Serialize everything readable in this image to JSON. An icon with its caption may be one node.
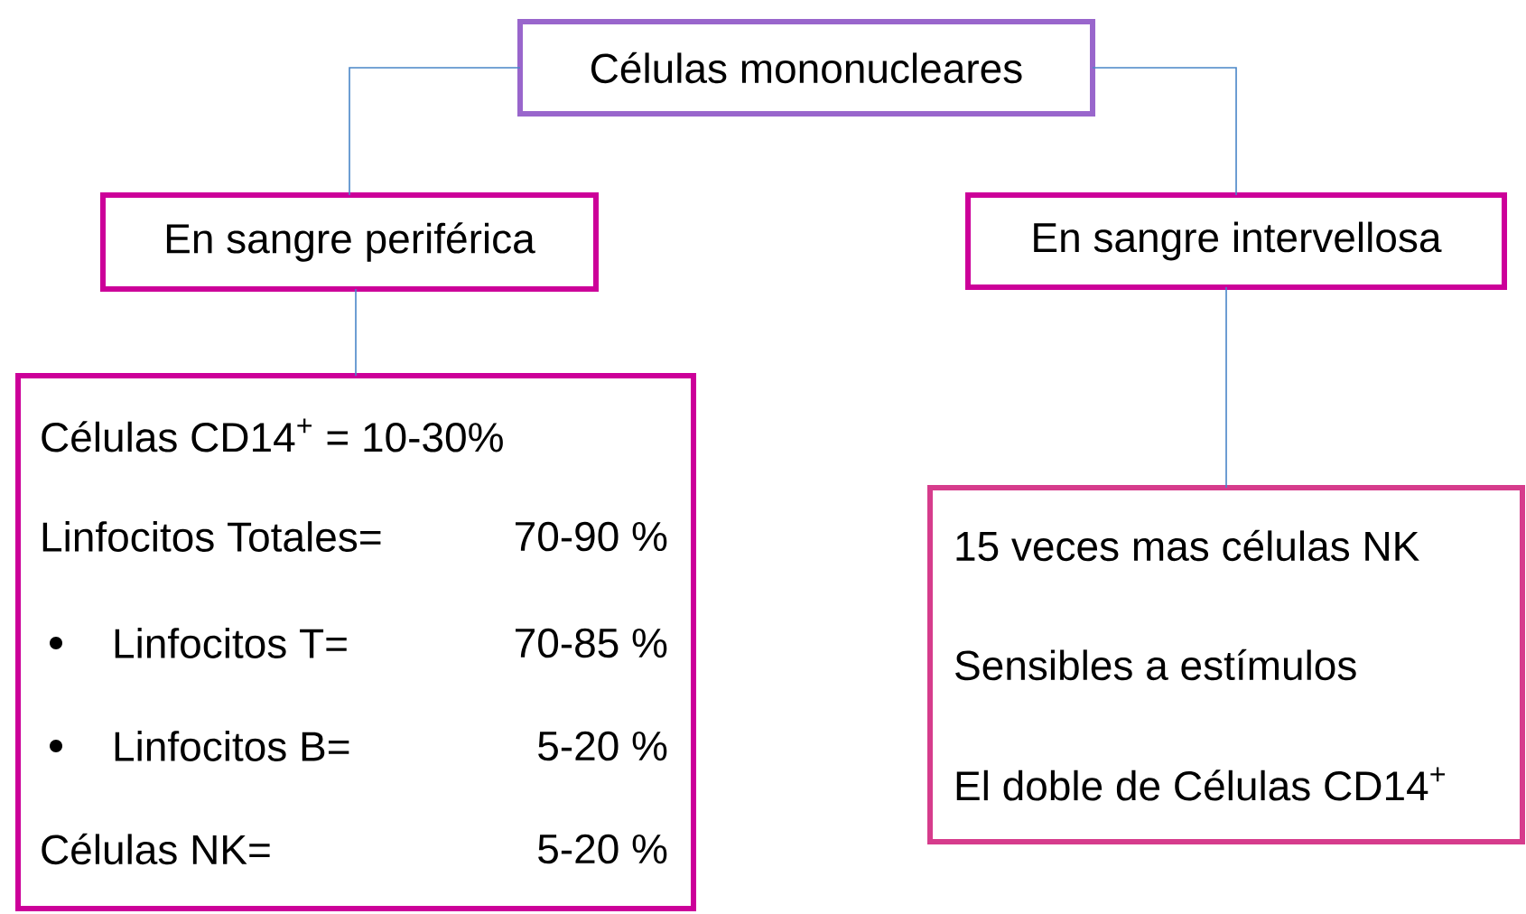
{
  "diagram": {
    "nodes": [
      {
        "text": [
          "Células mononucleares"
        ]
      },
      {
        "text": [
          "En sangre periférica"
        ]
      },
      {
        "text": [
          "En sangre intervellosa"
        ]
      },
      {
        "text": [
          "Células CD14$^{+}$ = 10-30%",
          "Linfocitos Totales=",
          "70-90 %",
          "Linfocitos T=",
          "70-85 %",
          "Linfocitos B=",
          "5-20 %",
          "Células NK=",
          "5-20 %"
        ]
      },
      {
        "text": [
          "15 veces mas células NK",
          "Sensibles a estímulos",
          "El doble de Células CD14$^{+}$"
        ]
      }
    ],
    "edges": [
      {
        "from": 0,
        "to": 1,
        "arrow": "none"
      },
      {
        "from": 0,
        "to": 2,
        "arrow": "none"
      },
      {
        "from": 1,
        "to": 3,
        "arrow": "none"
      },
      {
        "from": 2,
        "to": 4,
        "arrow": "none"
      }
    ]
  }
}
